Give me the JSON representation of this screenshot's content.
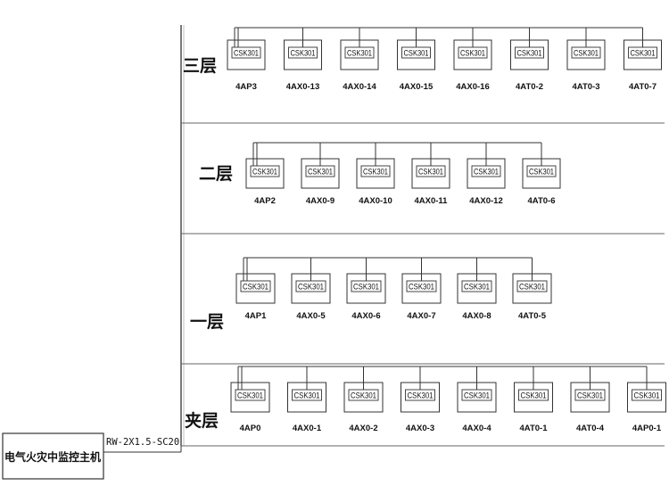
{
  "host": {
    "label": "电气火灾中监控主机"
  },
  "trunk_cable": {
    "label": "RW-2X1.5-SC20"
  },
  "floors": [
    {
      "name": "三层",
      "cabinets": [
        {
          "label": "4AP3",
          "device": "CSK301"
        },
        {
          "label": "4AX0-13",
          "device": "CSK301"
        },
        {
          "label": "4AX0-14",
          "device": "CSK301"
        },
        {
          "label": "4AX0-15",
          "device": "CSK301"
        },
        {
          "label": "4AX0-16",
          "device": "CSK301"
        },
        {
          "label": "4AT0-2",
          "device": "CSK301"
        },
        {
          "label": "4AT0-3",
          "device": "CSK301"
        },
        {
          "label": "4AT0-7",
          "device": "CSK301"
        }
      ]
    },
    {
      "name": "二层",
      "cabinets": [
        {
          "label": "4AP2",
          "device": "CSK301"
        },
        {
          "label": "4AX0-9",
          "device": "CSK301"
        },
        {
          "label": "4AX0-10",
          "device": "CSK301"
        },
        {
          "label": "4AX0-11",
          "device": "CSK301"
        },
        {
          "label": "4AX0-12",
          "device": "CSK301"
        },
        {
          "label": "4AT0-6",
          "device": "CSK301"
        }
      ]
    },
    {
      "name": "一层",
      "cabinets": [
        {
          "label": "4AP1",
          "device": "CSK301"
        },
        {
          "label": "4AX0-5",
          "device": "CSK301"
        },
        {
          "label": "4AX0-6",
          "device": "CSK301"
        },
        {
          "label": "4AX0-7",
          "device": "CSK301"
        },
        {
          "label": "4AX0-8",
          "device": "CSK301"
        },
        {
          "label": "4AT0-5",
          "device": "CSK301"
        }
      ]
    },
    {
      "name": "夹层",
      "cabinets": [
        {
          "label": "4AP0",
          "device": "CSK301"
        },
        {
          "label": "4AX0-1",
          "device": "CSK301"
        },
        {
          "label": "4AX0-2",
          "device": "CSK301"
        },
        {
          "label": "4AX0-3",
          "device": "CSK301"
        },
        {
          "label": "4AX0-4",
          "device": "CSK301"
        },
        {
          "label": "4AT0-1",
          "device": "CSK301"
        },
        {
          "label": "4AT0-4",
          "device": "CSK301"
        },
        {
          "label": "4AP0-1",
          "device": "CSK301"
        }
      ]
    }
  ]
}
